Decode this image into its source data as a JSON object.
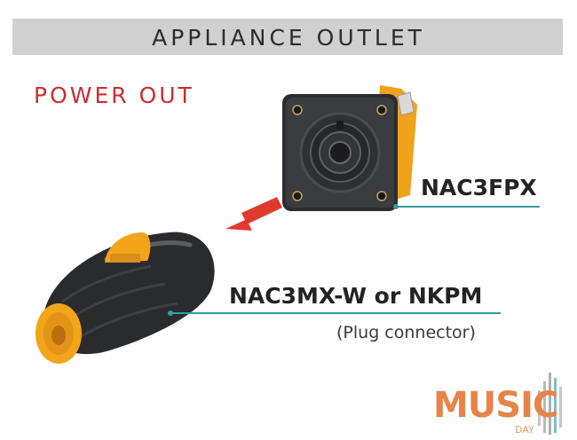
{
  "banner": {
    "title": "APPLIANCE OUTLET"
  },
  "section": {
    "heading": "POWER OUT"
  },
  "outlet": {
    "model": "NAC3FPX"
  },
  "plug": {
    "model": "NAC3MX-W or NKPM",
    "description": "(Plug connector)"
  },
  "watermark": {
    "brand": "MUSIC",
    "sub": "DAY"
  },
  "colors": {
    "banner_bg": "#d0d0d0",
    "heading_red": "#c72f2f",
    "leader_teal": "#3a9a9e",
    "arrow_red": "#e03a2e",
    "connector_black": "#2a2b2d",
    "connector_orange": "#f2a518"
  }
}
